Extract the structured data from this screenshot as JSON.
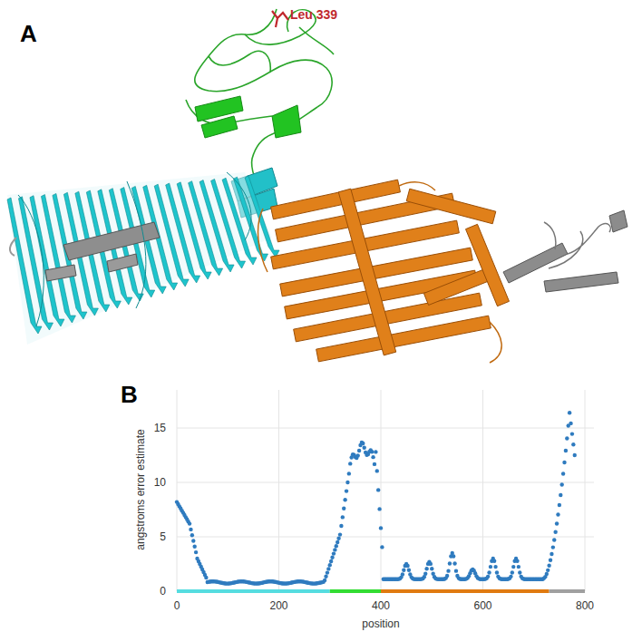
{
  "diagram": {
    "labels": [
      "A",
      "Leu 339",
      "B",
      "15",
      "10",
      "5",
      "0",
      "0",
      "200",
      "400",
      "600",
      "800",
      "angstroms error estimate",
      "position"
    ]
  }
}
